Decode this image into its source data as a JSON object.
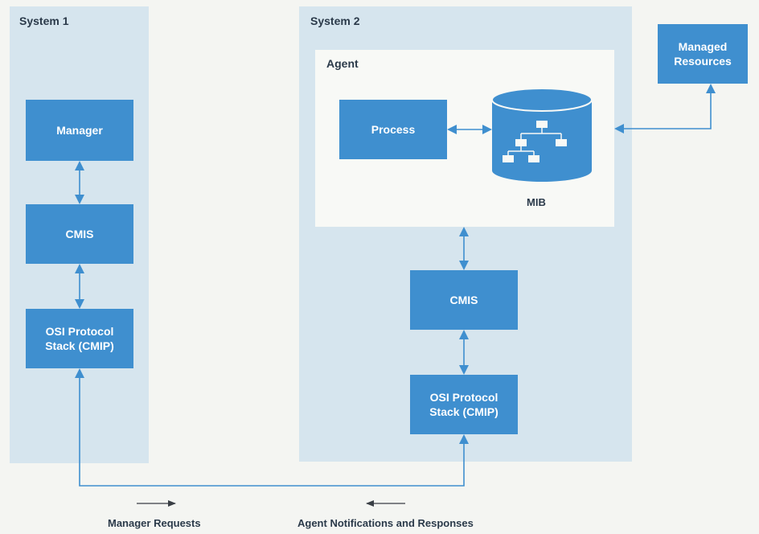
{
  "colors": {
    "box": "#3f8fcf",
    "panel": "#d6e5ee",
    "inner": "#f8f9f6",
    "connector": "#3f8fcf",
    "text": "#2b3a4a"
  },
  "system1": {
    "title": "System 1",
    "manager": "Manager",
    "cmis": "CMIS",
    "stack": "OSI Protocol\nStack (CMIP)"
  },
  "system2": {
    "title": "System 2",
    "agent": {
      "title": "Agent",
      "process": "Process",
      "mib": "MIB",
      "mib_icon": "tree-hierarchy-icon"
    },
    "cmis": "CMIS",
    "stack": "OSI Protocol\nStack (CMIP)"
  },
  "managed_resources": "Managed\nResources",
  "legend": {
    "manager_requests": "Manager Requests",
    "agent_notifications": "Agent Notifications and Responses"
  }
}
